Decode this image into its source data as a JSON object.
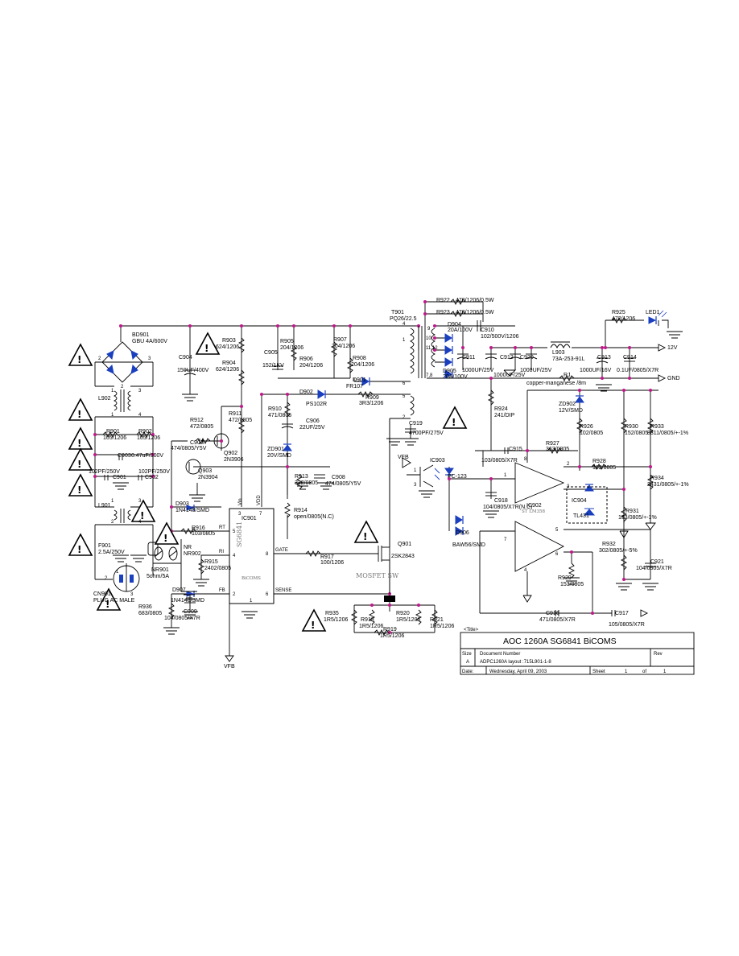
{
  "title_block": {
    "title_tag": "<Title>",
    "title": "AOC 1260A  SG6841 BiCOMS",
    "size_label": "Size",
    "size_value": "A",
    "docnum_label": "Document Number",
    "docnum_value": "ADPC1260A    layout :715L901-1-8",
    "rev_label": "Rev",
    "date_label": "Date:",
    "date_value": "Wednesday, April 09, 2003",
    "sheet_label": "Sheet",
    "sheet_value": "1",
    "of_label": "of",
    "of_value": "1"
  },
  "nets": {
    "v12": "12V",
    "gnd": "GND",
    "vfb_left": "VFB",
    "vfb_bottom": "VFB"
  },
  "warning_symbol": "!",
  "labels": {
    "bd901": "BD901",
    "bd901_v": "GBU 4A/600V",
    "l902": "L902",
    "r901": "R901",
    "r901_v": "105/1206",
    "r902": "R902",
    "r902_v": "105/1206",
    "c903": "C903",
    "c903_v": "0.47uF/300V",
    "c901_v": "102PF/250V",
    "c901": "C901",
    "c902_v": "102PF/250V",
    "c902": "C902",
    "l901": "L901",
    "f901": "F901",
    "f901_v": "2.5A/250V",
    "nr901": "NR901",
    "nr901_v": "5ohm/5A",
    "nr": "NR",
    "nr902": "NR902",
    "cn901": "CN901",
    "cn901_v": "PLUG AC MALE",
    "r936": "R936",
    "r936_v": "683/0805",
    "c904": "C904",
    "c904_v": "150UF/400V",
    "r903": "R903",
    "r903_v": "624/1206",
    "r904": "R904",
    "r904_v": "624/1206",
    "r911": "R911",
    "r911_v": "472/0805",
    "r912": "R912",
    "r912_v": "472/0805",
    "c907": "C907",
    "c907_v": "474/0805/Y5V",
    "q902": "Q902",
    "q902_v": "2N3906",
    "q903": "Q903",
    "q903_v": "2N3904",
    "d903": "D903",
    "d903_v": "1N4148/SMD",
    "r916": "R916",
    "r916_v": "103/0805",
    "r915": "R915",
    "r915_v": "2402/0805",
    "d907": "D907",
    "d907_v": "1N4148/SMD",
    "c909": "C909",
    "c909_v": "104/0805/X7R",
    "rt": "RT",
    "ri": "RI",
    "fb": "FB",
    "vin": "Vin",
    "vdd": "VDD",
    "gate": "GATE",
    "sense": "SENSE",
    "ic901": "IC901",
    "ic901_mark": "SG6841",
    "ic901_sub": "BiCOMS",
    "pin5": "5",
    "pin4": "4",
    "pin2": "2",
    "pin8": "8",
    "pin6": "6",
    "pin3": "3",
    "pin7": "7",
    "pin1": "1",
    "c905": "C905",
    "c905_v": "152/1KV",
    "r905": "R905",
    "r905_v": "204/1206",
    "r906": "R906",
    "r906_v": "204/1206",
    "r907": "R907",
    "r907_v": "204/1206",
    "r908": "R908",
    "r908_v": "204/1206",
    "t901": "T901",
    "t901_v": "PQ26/22.5",
    "d901": "D901",
    "d901_v": "FR107",
    "d902": "D902",
    "d902_v": "PS102R",
    "r909": "R909",
    "r909_v": "3R3/1206",
    "r910": "R910",
    "r910_v": "471/0805",
    "c906": "C906",
    "c906_v": "22UF/25V",
    "zd901": "ZD901",
    "zd901_v": "20V/SMD",
    "r913": "R913",
    "r913_v": "332/0805",
    "c908": "C908",
    "c908_v": "474/0805/Y5V",
    "r914": "R914",
    "r914_v": "open/0805(N.C)",
    "r917": "R917",
    "r917_v": "100/1206",
    "q901": "Q901",
    "q901_v": "2SK2843",
    "mosfet_note": "MOSFET SW",
    "r935": "R935",
    "r935_v": "1R5/1206",
    "r918": "R918",
    "r918_v": "1R5/1206",
    "r919": "R919",
    "r919_v": "1R5/1206",
    "r920": "R920",
    "r920_v": "1R5/1206",
    "r921": "R921",
    "r921_v": "1R5/1206",
    "c919": "C919",
    "c919_v": "4700PF/275V",
    "r922": "R922",
    "r922_v": "470/1206/0.5W",
    "r923": "R923",
    "r923_v": "470/1206/0.5W",
    "d904": "D904",
    "d904_v": "20A/100V",
    "d905": "D905",
    "d905_v": "20A/100V",
    "c910": "C910",
    "c910_v": "102/500V/1206",
    "c911": "C911",
    "c911_v": "1000UF/25V",
    "c912": "C912",
    "c912_v": "1000UF/25V",
    "c920": "C920",
    "c920_v": "1000UF/25V",
    "l903": "L903",
    "l903_v": "73A-253-91L",
    "c913": "C913",
    "c913_v": "1000UF/16V",
    "c914": "C914",
    "c914_v": "0.1UF/0805/X7R",
    "rj": "RJ",
    "rj_v": "copper-manganese /8m",
    "r925": "R925",
    "r925_v": "472/1206",
    "led1": "LED1",
    "r924": "R924",
    "r924_v": "241/DIP",
    "zd902": "ZD902",
    "zd902_v": "12V/SMD",
    "r926": "R926",
    "r926_v": "102/0805",
    "r927": "R927",
    "r927_v": "363/0805",
    "c915": "C915",
    "c915_v": "103/0805/X7R",
    "r928": "R928",
    "r928_v": "102/0805",
    "r930": "R930",
    "r930_v": "152/0805",
    "r933": "R933",
    "r933_v": "8311/0805/+-1%",
    "r934": "R934",
    "r934_v": "2431/0805/+-1%",
    "ic903": "IC903",
    "ic903_v": "PC-123",
    "c918": "C918",
    "c918_v": "104/0805/X7R(N.C)",
    "ic902": "IC902",
    "ic902_v": "ST LM358",
    "ic904": "IC904",
    "ic904_v": "TL431",
    "r931": "R931",
    "r931_v": "153/0805/+-1%",
    "d906": "D906",
    "d906_v": "BAW56/SMD",
    "r932": "R932",
    "r932_v": "302/0805/+-5%",
    "c921": "C921",
    "c921_v": "104/0805/X7R",
    "r929": "R929",
    "r929_v": "153/0805",
    "c916": "C916",
    "c916_v": "471/0805/X7R",
    "c917": "C917",
    "c917_v": "105/0805/X7R",
    "op_in4": "4",
    "op_pin8": "8",
    "op_pin7": "7",
    "op_pin6": "6",
    "op_pin5": "5",
    "op_pin1": "1",
    "op_pin2": "2",
    "op_pin3": "3",
    "t_pin4": "4",
    "t_pin1": "1",
    "t_pin6": "6",
    "t_pin5": "5",
    "t_pin2": "2",
    "sec_pin9": "9",
    "sec_pin10": "10",
    "sec_pin1112": "11,12",
    "sec_pin78": "7,8",
    "plug_pin1": "1",
    "plug_pin2": "2",
    "plug_pin3": "3",
    "bd_pin1": "1",
    "bd_pin2": "2",
    "bd_pin3": "3",
    "bd_pin4": "4",
    "l_pin1": "1",
    "l_pin2": "2",
    "l_pin3": "3",
    "l_pin4": "4",
    "q_pin1": "1",
    "q_pin2": "2",
    "q_pin3": "3"
  },
  "colors": {
    "junction": "#c0188a",
    "diode": "#1a3fbf"
  },
  "icon_names": [
    "warning-icon",
    "diode-icon",
    "ground-icon",
    "transformer-icon",
    "led-icon"
  ]
}
